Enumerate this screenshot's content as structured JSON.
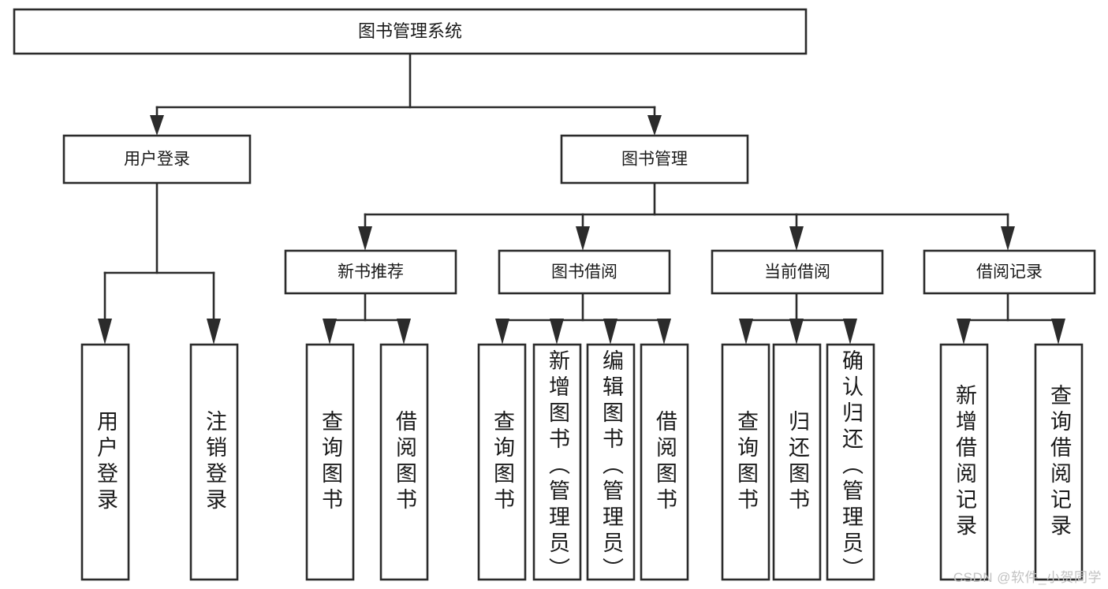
{
  "diagram": {
    "title": "图书管理系统",
    "type": "tree-hierarchy-flowchart",
    "root": {
      "id": "root",
      "label": "图书管理系统"
    },
    "level2": [
      {
        "id": "user-login",
        "label": "用户登录"
      },
      {
        "id": "book-management",
        "label": "图书管理"
      }
    ],
    "level3": [
      {
        "id": "new-book-recommend",
        "label": "新书推荐",
        "parent": "book-management"
      },
      {
        "id": "book-borrow",
        "label": "图书借阅",
        "parent": "book-management"
      },
      {
        "id": "current-borrow",
        "label": "当前借阅",
        "parent": "book-management"
      },
      {
        "id": "borrow-record",
        "label": "借阅记录",
        "parent": "book-management"
      }
    ],
    "leaves": {
      "user-login": [
        {
          "id": "leaf-user-login",
          "label": "用户登录"
        },
        {
          "id": "leaf-user-logout",
          "label": "注销登录"
        }
      ],
      "new-book-recommend": [
        {
          "id": "leaf-query-book-1",
          "label": "查询图书"
        },
        {
          "id": "leaf-borrow-book-1",
          "label": "借阅图书"
        }
      ],
      "book-borrow": [
        {
          "id": "leaf-query-book-2",
          "label": "查询图书"
        },
        {
          "id": "leaf-add-book",
          "label": "新增图书（管理员）"
        },
        {
          "id": "leaf-edit-book",
          "label": "编辑图书（管理员）"
        },
        {
          "id": "leaf-borrow-book-2",
          "label": "借阅图书"
        }
      ],
      "current-borrow": [
        {
          "id": "leaf-query-book-3",
          "label": "查询图书"
        },
        {
          "id": "leaf-return-book",
          "label": "归还图书"
        },
        {
          "id": "leaf-confirm-return",
          "label": "确认归还（管理员）"
        }
      ],
      "borrow-record": [
        {
          "id": "leaf-add-record",
          "label": "新增借阅记录"
        },
        {
          "id": "leaf-query-record",
          "label": "查询借阅记录"
        }
      ]
    }
  },
  "watermark": {
    "text": "CSDN @软件_小贺同学"
  },
  "colors": {
    "stroke": "#2b2b2b",
    "fill": "#ffffff",
    "text": "#1a1a1a",
    "watermark": "#c2c2c2"
  }
}
